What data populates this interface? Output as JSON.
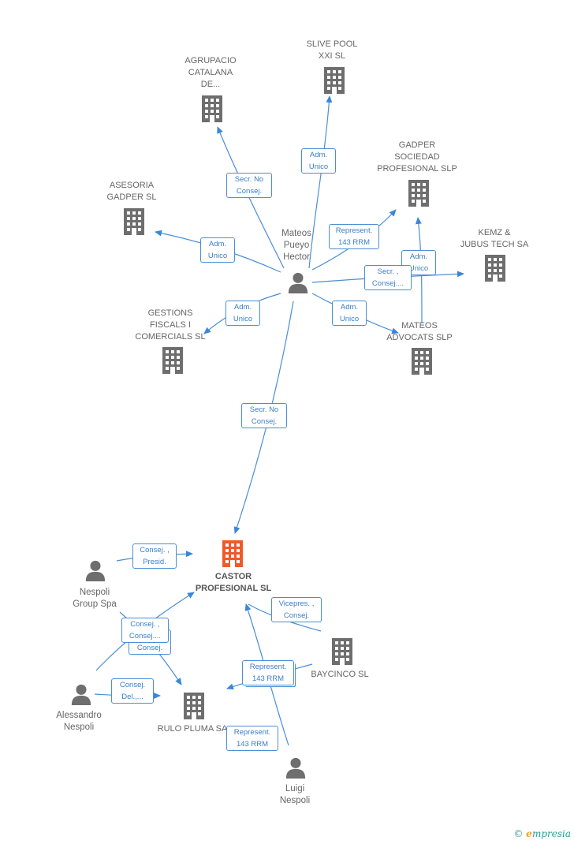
{
  "nodes": {
    "slive_pool": "SLIVE POOL\nXXI SL",
    "agrupacio": "AGRUPACIO\nCATALANA\nDE...",
    "gadper_sociedad": "GADPER\nSOCIEDAD\nPROFESIONAL SLP",
    "asesoria": "ASESORIA\nGADPER SL",
    "kemz": "KEMZ &\nJUBUS TECH SA",
    "mateos_hector": "Mateos\nPueyo\nHector",
    "gestions": "GESTIONS\nFISCALS I\nCOMERCIALS  SL",
    "mateos_advocats": "MATEOS\nADVOCATS SLP",
    "castor": "CASTOR\nPROFESIONAL SL",
    "nespoli_group": "Nespoli\nGroup Spa",
    "baycinco": "BAYCINCO SL",
    "alessandro": "Alessandro\nNespoli",
    "rulo": "RULO PLUMA SA",
    "luigi": "Luigi\nNespoli"
  },
  "edges": {
    "e_slive": "Adm.\nUnico",
    "e_agrupacio": "Secr.  No\nConsej.",
    "e_gadper": "Represent.\n143 RRM",
    "e_asesoria": "Adm.\nUnico",
    "e_kemz_adm": "Adm.\nUnico",
    "e_kemz_secr": "Secr. ,\nConsej....",
    "e_gestions": "Adm.\nUnico",
    "e_advocats": "Adm.\nUnico",
    "e_castor": "Secr.  No\nConsej.",
    "e_group_castor": "Consej. ,\nPresid.",
    "e_ales_castor": "Consej. ,\nConsej....",
    "e_ales_castor_back": "Consej.",
    "e_ales_rulo": "Consej.\nDel.,...",
    "e_bay_castor": "Vicepres. ,\nConsej.",
    "e_bay_rulo": "Represent.\n143 RRM",
    "e_luigi_rulo": "Represent.\n143 RRM"
  },
  "icons": {
    "company": "building-icon",
    "person": "person-icon",
    "focus_company": "building-icon-highlighted"
  },
  "colors": {
    "edge": "#4a8fd6",
    "icon": "#6e6e6e",
    "focus": "#f05a28"
  },
  "brand": {
    "copyright": "©",
    "first_letter": "e",
    "rest": "mpresia"
  }
}
